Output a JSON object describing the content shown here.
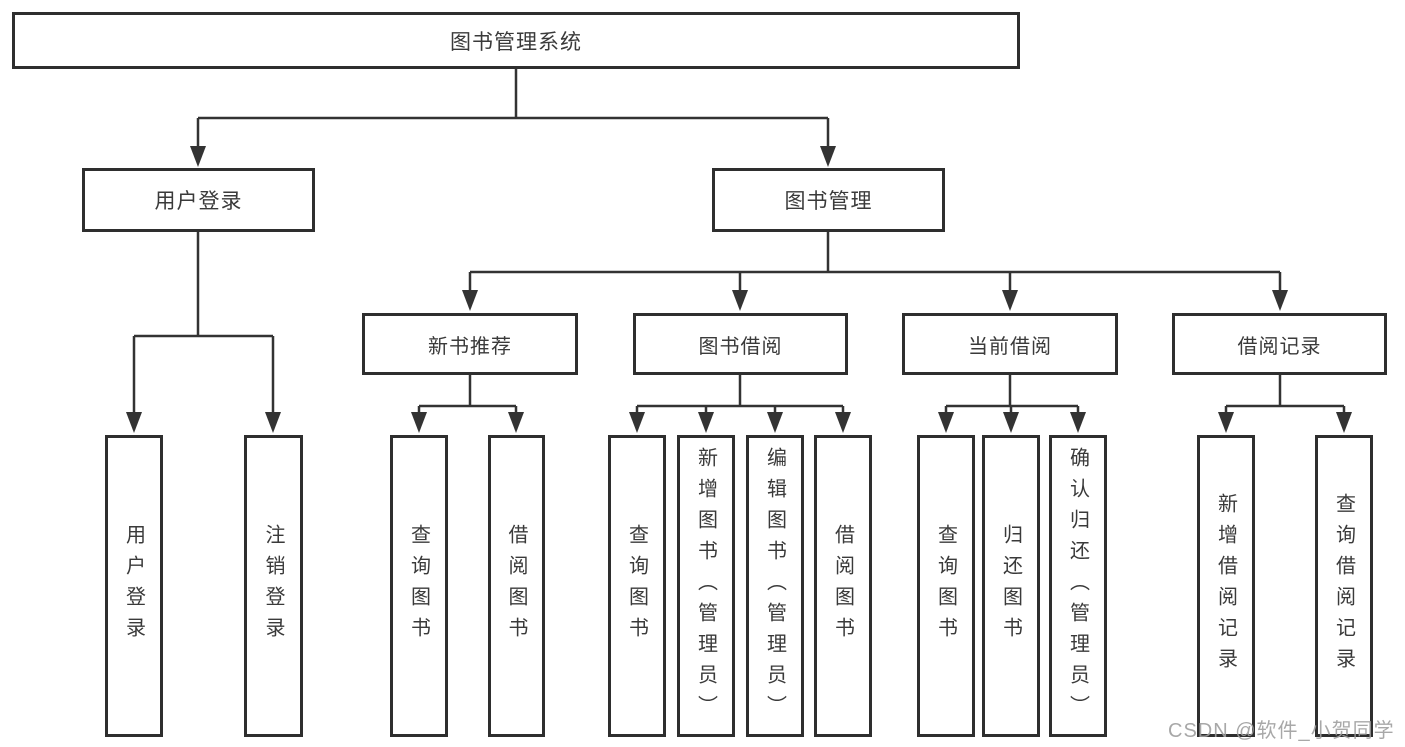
{
  "tree": {
    "label": "图书管理系统",
    "children": [
      {
        "label": "用户登录",
        "children": [
          {
            "label": "用户登录"
          },
          {
            "label": "注销登录"
          }
        ]
      },
      {
        "label": "图书管理",
        "children": [
          {
            "label": "新书推荐",
            "children": [
              {
                "label": "查询图书"
              },
              {
                "label": "借阅图书"
              }
            ]
          },
          {
            "label": "图书借阅",
            "children": [
              {
                "label": "查询图书"
              },
              {
                "label": "新增图书（管理员）"
              },
              {
                "label": "编辑图书（管理员）"
              },
              {
                "label": "借阅图书"
              }
            ]
          },
          {
            "label": "当前借阅",
            "children": [
              {
                "label": "查询图书"
              },
              {
                "label": "归还图书"
              },
              {
                "label": "确认归还（管理员）"
              }
            ]
          },
          {
            "label": "借阅记录",
            "children": [
              {
                "label": "新增借阅记录"
              },
              {
                "label": "查询借阅记录"
              }
            ]
          }
        ]
      }
    ]
  },
  "watermark": "CSDN @软件_小贺同学",
  "colors": {
    "line": "#333333",
    "box_border": "#2e2e2e",
    "text": "#3a3a3a",
    "watermark": "#9e9e9e",
    "background": "#ffffff"
  }
}
